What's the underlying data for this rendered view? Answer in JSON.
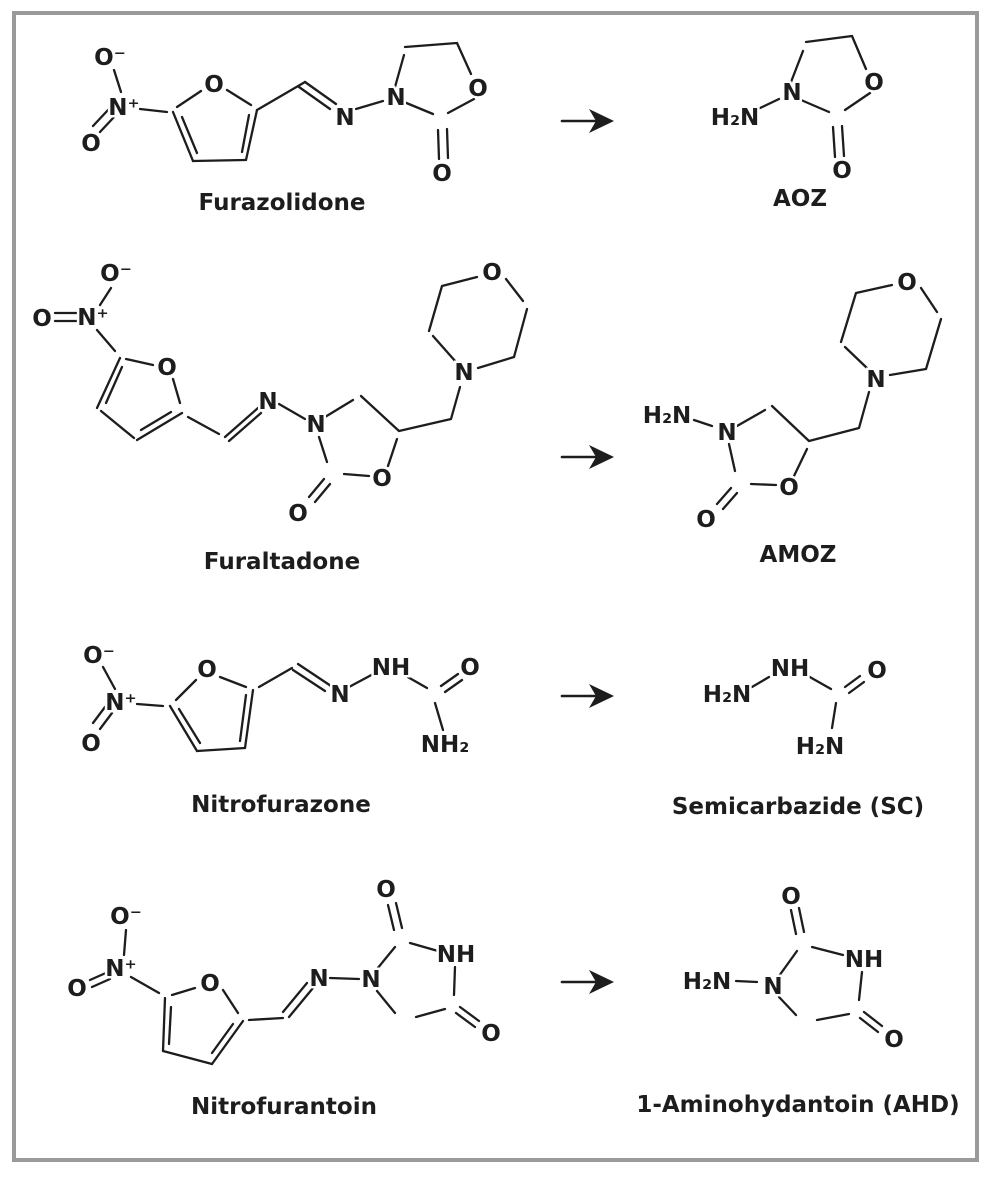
{
  "figure": {
    "background": "#ffffff",
    "frame_color": "#9a9a9a",
    "ink_color": "#1d1d1d",
    "description_type": "nitrofuran-parent-drug-to-metabolite-reaction-scheme"
  },
  "rows": [
    {
      "parent": {
        "name": "Furazolidone",
        "atoms": {
          "o_minus": "O⁻",
          "n_plus": "N⁺",
          "o_nitro": "O",
          "o_furan": "O",
          "n_imine": "N",
          "n_ring": "N",
          "o_ring": "O",
          "o_carbonyl": "O"
        }
      },
      "metabolite": {
        "name": "AOZ",
        "atoms": {
          "h2n": "H₂N",
          "n_ring": "N",
          "o_ring": "O",
          "o_carbonyl": "O"
        }
      }
    },
    {
      "parent": {
        "name": "Furaltadone",
        "atoms": {
          "o_nitro": "O",
          "n_plus": "N⁺",
          "o_minus": "O⁻",
          "o_furan": "O",
          "n_imine": "N",
          "n_ring": "N",
          "o_ring": "O",
          "o_carbonyl": "O",
          "n_morpholine": "N",
          "o_morpholine": "O"
        }
      },
      "metabolite": {
        "name": "AMOZ",
        "atoms": {
          "h2n": "H₂N",
          "n_ring": "N",
          "o_ring": "O",
          "o_carbonyl": "O",
          "n_morpholine": "N",
          "o_morpholine": "O"
        }
      }
    },
    {
      "parent": {
        "name": "Nitrofurazone",
        "atoms": {
          "o_minus": "O⁻",
          "n_plus": "N⁺",
          "o_nitro": "O",
          "o_furan": "O",
          "n_imine": "N",
          "nh": "NH",
          "o_carbonyl": "O",
          "nh2": "NH₂"
        }
      },
      "metabolite": {
        "name": "Semicarbazide (SC)",
        "atoms": {
          "h2n": "H₂N",
          "nh": "NH",
          "o_carbonyl": "O",
          "h2n_amide": "H₂N"
        }
      }
    },
    {
      "parent": {
        "name": "Nitrofurantoin",
        "atoms": {
          "o_nitro": "O",
          "n_plus": "N⁺",
          "o_minus": "O⁻",
          "o_furan": "O",
          "n_imine": "N",
          "n_ring": "N",
          "nh": "NH",
          "o_top": "O",
          "o_right": "O"
        }
      },
      "metabolite": {
        "name": "1-Aminohydantoin (AHD)",
        "atoms": {
          "h2n": "H₂N",
          "n_ring": "N",
          "nh": "NH",
          "o_top": "O",
          "o_right": "O"
        }
      }
    }
  ]
}
